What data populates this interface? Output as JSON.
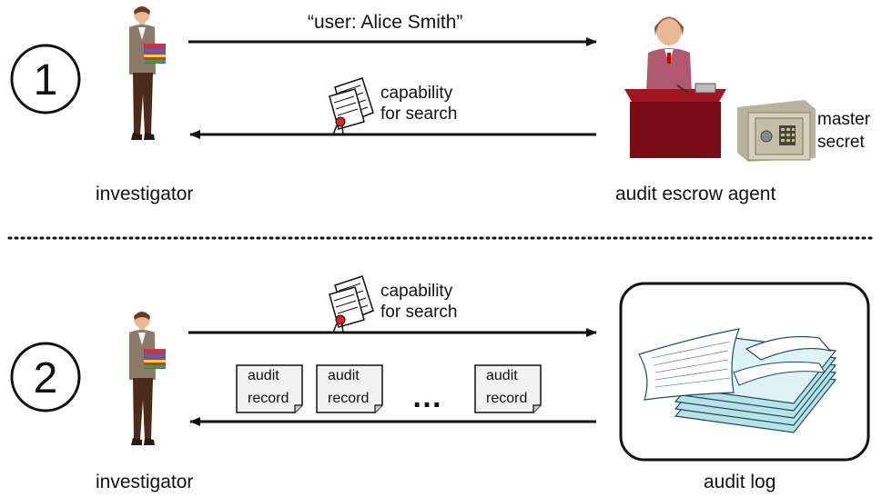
{
  "step1": {
    "number": "1",
    "request_message": "“user: Alice Smith”",
    "response_capability": [
      "capability",
      "for search"
    ],
    "left_label": "investigator",
    "right_label": "audit escrow agent",
    "safe_label": [
      "master",
      "secret"
    ]
  },
  "step2": {
    "number": "2",
    "request_capability": [
      "capability",
      "for search"
    ],
    "records": [
      [
        "audit",
        "record"
      ],
      [
        "audit",
        "record"
      ],
      [
        "audit",
        "record"
      ]
    ],
    "ellipsis": "…",
    "left_label": "investigator",
    "right_label": "audit log"
  },
  "colors": {
    "ink": "#111111",
    "desk": "#8a0f1c",
    "suit": "#a05070",
    "safe": "#c9c3b1",
    "paper": "#f4f4f4",
    "log_paper": "#b8e2e6"
  },
  "icons": [
    "person-icon",
    "certificate-icon",
    "desk-agent-icon",
    "safe-icon",
    "document-icon",
    "paper-stack-icon"
  ]
}
